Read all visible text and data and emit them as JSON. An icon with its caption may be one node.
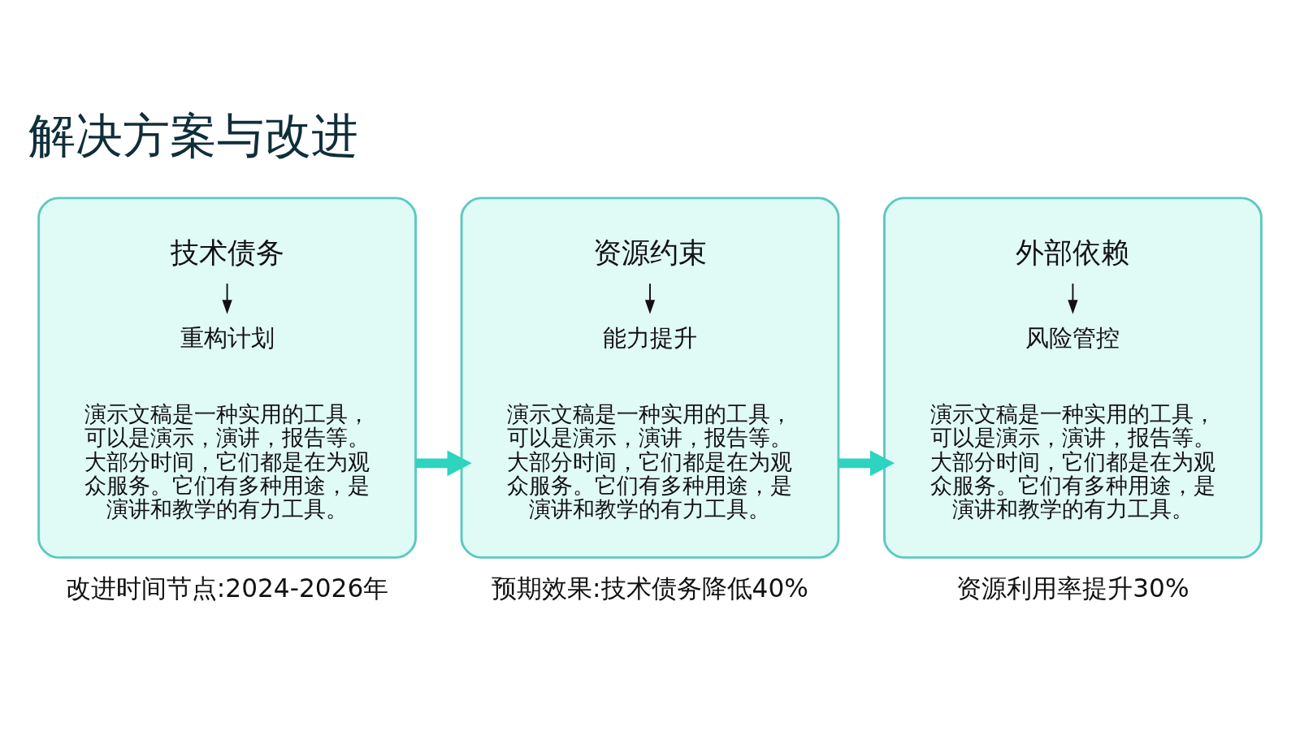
{
  "diagram": {
    "title": "解决方案与改进",
    "nodes": [
      {
        "text": [],
        "shape": "box",
        "beside": [
          "改进时间节点:2024-2026年"
        ]
      },
      {
        "text": [
          "技术债务"
        ],
        "in": 0
      },
      {
        "text": [
          "重构计划"
        ],
        "in": 0
      },
      {
        "text": [
          "演示文稿是一种实用的工具，可以是演示，演讲，报告等。大部分时间，它们都是在为观众服务。它们有多种用途，是演讲和教学的有力工具。"
        ],
        "in": 0
      },
      {
        "text": [],
        "shape": "box",
        "beside": [
          "预期效果:技术债务降低40%"
        ]
      },
      {
        "text": [
          "资源约束"
        ],
        "in": 4
      },
      {
        "text": [
          "能力提升"
        ],
        "in": 4
      },
      {
        "text": [
          "演示文稿是一种实用的工具，可以是演示，演讲，报告等。大部分时间，它们都是在为观众服务。它们有多种用途，是演讲和教学的有力工具。"
        ],
        "in": 4
      },
      {
        "text": [],
        "shape": "box",
        "beside": [
          "资源利用率提升30%"
        ]
      },
      {
        "text": [
          "外部依赖"
        ],
        "in": 8
      },
      {
        "text": [
          "风险管控"
        ],
        "in": 8
      },
      {
        "text": [
          "演示文稿是一种实用的工具，可以是演示，演讲，报告等。大部分时间，它们都是在为观众服务。它们有多种用途，是演讲和教学的有力工具。"
        ],
        "in": 8
      }
    ],
    "edges": [
      {
        "from": 1,
        "to": 2,
        "arrow": "to"
      },
      {
        "from": 0,
        "to": 4,
        "arrow": "to",
        "style": "thick",
        "color": "#2dd4bf"
      },
      {
        "from": 5,
        "to": 6,
        "arrow": "to"
      },
      {
        "from": 4,
        "to": 8,
        "arrow": "to",
        "style": "thick",
        "color": "#2dd4bf"
      },
      {
        "from": 9,
        "to": 10,
        "arrow": "to"
      }
    ]
  }
}
